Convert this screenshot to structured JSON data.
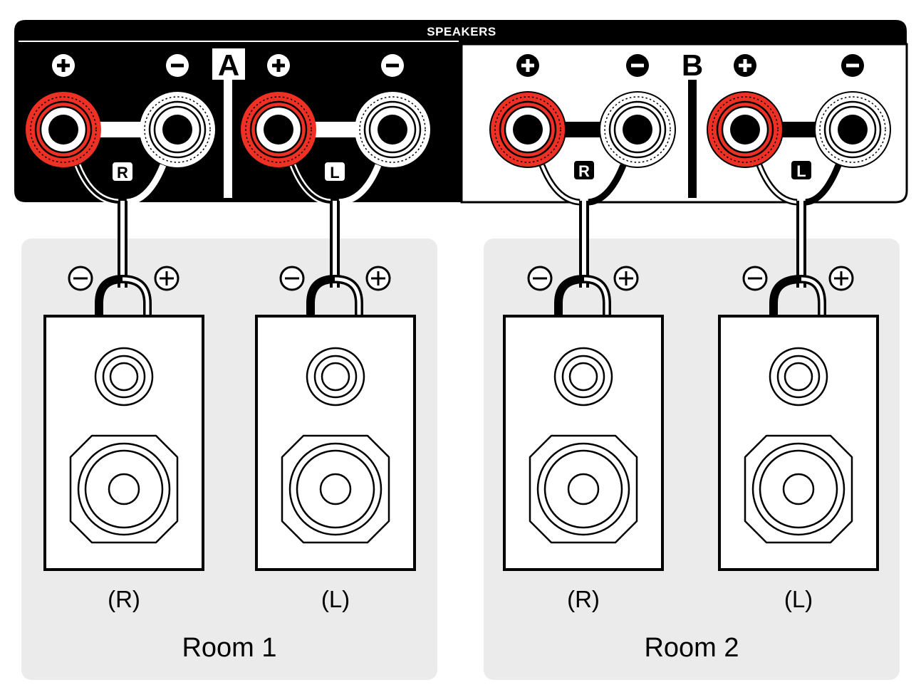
{
  "panel": {
    "title": "SPEAKERS",
    "sections": [
      {
        "id": "A",
        "label": "A",
        "theme": "dark"
      },
      {
        "id": "B",
        "label": "B",
        "theme": "light"
      }
    ],
    "channels": [
      {
        "section": "A",
        "label": "R",
        "plus": "+",
        "minus": "−"
      },
      {
        "section": "A",
        "label": "L",
        "plus": "+",
        "minus": "−"
      },
      {
        "section": "B",
        "label": "R",
        "plus": "+",
        "minus": "−"
      },
      {
        "section": "B",
        "label": "L",
        "plus": "+",
        "minus": "−"
      }
    ]
  },
  "rooms": [
    {
      "label": "Room 1",
      "speakers": [
        {
          "label": "(R)"
        },
        {
          "label": "(L)"
        }
      ]
    },
    {
      "label": "Room 2",
      "speakers": [
        {
          "label": "(R)"
        },
        {
          "label": "(L)"
        }
      ]
    }
  ],
  "speaker_terminal_symbols": {
    "minus": "−",
    "plus": "+"
  },
  "colors": {
    "positive_terminal": "#ee3124",
    "negative_terminal": "#ffffff",
    "panel_dark": "#000000",
    "panel_light": "#ffffff",
    "room_background": "#ebebeb",
    "outline": "#000000"
  }
}
